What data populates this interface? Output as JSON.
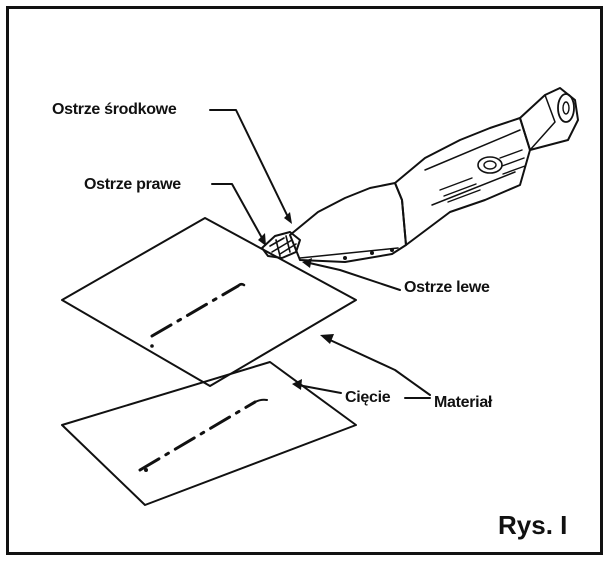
{
  "labels": {
    "center_blade": "Ostrze środkowe",
    "right_blade": "Ostrze prawe",
    "left_blade": "Ostrze lewe",
    "cut": "Cięcie",
    "material": "Materiał"
  },
  "figure_caption": "Rys. I"
}
